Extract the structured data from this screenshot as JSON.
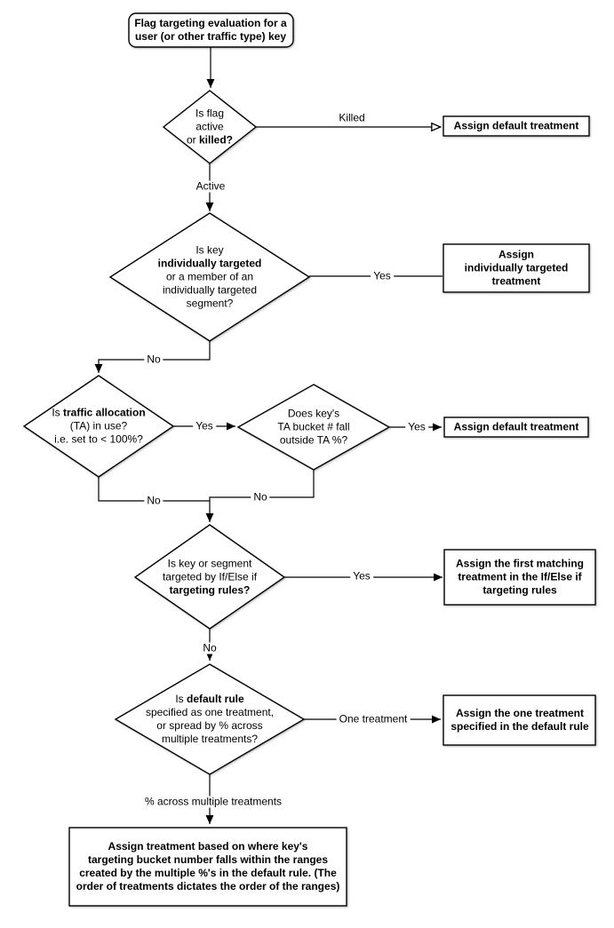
{
  "colors": {
    "background": "#ffffff",
    "shape_fill": "#ffffff",
    "line": "#000000",
    "text": "#000000"
  },
  "nodes": {
    "start": {
      "lines": [
        [
          {
            "t": "Flag targeting evaluation for a",
            "b": true
          }
        ],
        [
          {
            "t": "user (or other traffic type) key",
            "b": true
          }
        ]
      ]
    },
    "decision_flag_active": {
      "lines": [
        [
          {
            "t": "Is flag"
          }
        ],
        [
          {
            "t": "active"
          }
        ],
        [
          {
            "t": "or "
          },
          {
            "t": "killed?",
            "b": true
          }
        ]
      ]
    },
    "assign_default_killed": {
      "lines": [
        [
          {
            "t": "Assign default treatment",
            "b": true
          }
        ]
      ]
    },
    "decision_individually_targeted": {
      "lines": [
        [
          {
            "t": "Is key"
          }
        ],
        [
          {
            "t": "individually targeted",
            "b": true
          }
        ],
        [
          {
            "t": "or a member of an"
          }
        ],
        [
          {
            "t": "individually targeted"
          }
        ],
        [
          {
            "t": "segment?"
          }
        ]
      ]
    },
    "assign_individually_targeted": {
      "lines": [
        [
          {
            "t": "Assign",
            "b": true
          }
        ],
        [
          {
            "t": "individually targeted",
            "b": true
          }
        ],
        [
          {
            "t": "treatment",
            "b": true
          }
        ]
      ]
    },
    "decision_traffic_allocation": {
      "lines": [
        [
          {
            "t": "Is "
          },
          {
            "t": "traffic allocation",
            "b": true
          }
        ],
        [
          {
            "t": "(TA) in use?"
          }
        ],
        [
          {
            "t": "i.e. set to < 100%?"
          }
        ]
      ]
    },
    "decision_ta_bucket": {
      "lines": [
        [
          {
            "t": "Does key's"
          }
        ],
        [
          {
            "t": "TA bucket # fall"
          }
        ],
        [
          {
            "t": "outside TA %?"
          }
        ]
      ]
    },
    "assign_default_ta": {
      "lines": [
        [
          {
            "t": "Assign default treatment",
            "b": true
          }
        ]
      ]
    },
    "decision_targeting_rules": {
      "lines": [
        [
          {
            "t": "Is key or segment"
          }
        ],
        [
          {
            "t": "targeted by If/Else if"
          }
        ],
        [
          {
            "t": "targeting rules?",
            "b": true
          }
        ]
      ]
    },
    "assign_first_matching": {
      "lines": [
        [
          {
            "t": "Assign the first matching",
            "b": true
          }
        ],
        [
          {
            "t": "treatment in the If/Else if",
            "b": true
          }
        ],
        [
          {
            "t": "targeting rules",
            "b": true
          }
        ]
      ]
    },
    "decision_default_rule": {
      "lines": [
        [
          {
            "t": "Is "
          },
          {
            "t": "default rule",
            "b": true
          }
        ],
        [
          {
            "t": "specified as one treatment,"
          }
        ],
        [
          {
            "t": "or spread by % across"
          }
        ],
        [
          {
            "t": "multiple treatments?"
          }
        ]
      ]
    },
    "assign_one_treatment": {
      "lines": [
        [
          {
            "t": "Assign the one treatment",
            "b": true
          }
        ],
        [
          {
            "t": "specified in the default rule",
            "b": true
          }
        ]
      ]
    },
    "assign_by_ranges": {
      "lines": [
        [
          {
            "t": "Assign treatment based on where key's",
            "b": true
          }
        ],
        [
          {
            "t": "targeting bucket number falls within the ranges",
            "b": true
          }
        ],
        [
          {
            "t": "created by the multiple %'s in the default rule. (The",
            "b": true
          }
        ],
        [
          {
            "t": "order of treatments dictates the order of the ranges)",
            "b": true
          }
        ]
      ]
    }
  },
  "edge_labels": {
    "killed": "Killed",
    "active": "Active",
    "yes_individual": "Yes",
    "no_individual": "No",
    "yes_ta": "Yes",
    "yes_bucket": "Yes",
    "no_ta": "No",
    "no_bucket": "No",
    "yes_rules": "Yes",
    "no_rules": "No",
    "one_treatment": "One treatment",
    "pct_across": "% across multiple treatments"
  }
}
